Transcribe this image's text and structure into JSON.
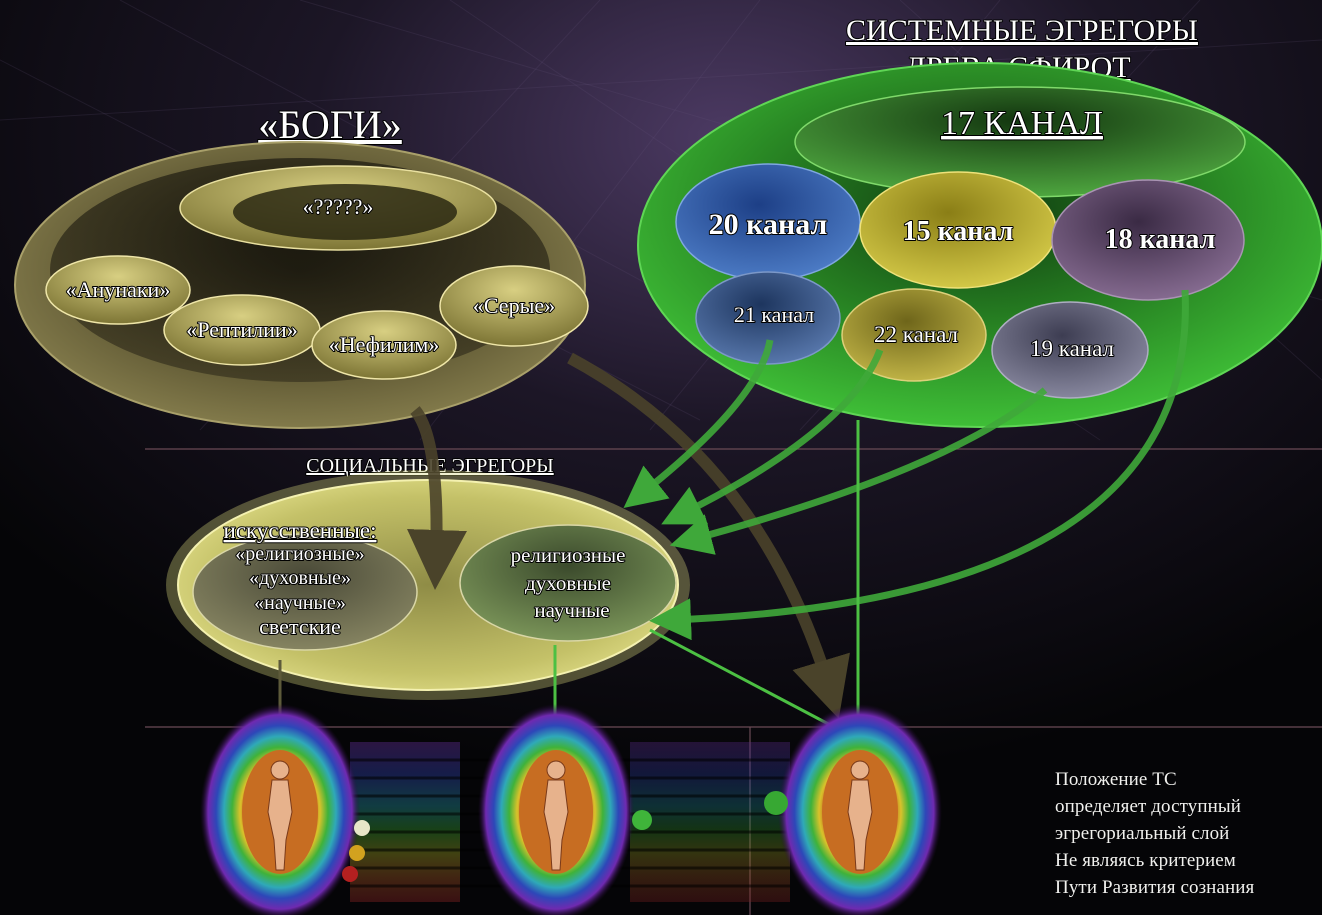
{
  "gods": {
    "title": "«БОГИ»",
    "top": "«?????»",
    "items": [
      "«Анунаки»",
      "«Рептилии»",
      "«Нефилим»",
      "«Серые»"
    ]
  },
  "system": {
    "title_line1": "СИСТЕМНЫЕ ЭГРЕГОРЫ",
    "title_line2": "ДРЕВА СФИРОТ",
    "top_channel": "17 КАНАЛ",
    "channels": [
      "20 канал",
      "15 канал",
      "18 канал",
      "21 канал",
      "22 канал",
      "19 канал"
    ]
  },
  "social": {
    "title": "СОЦИАЛЬНЫЕ ЭГРЕГОРЫ",
    "artificial": [
      "искусственные:",
      "«религиозные»",
      "«духовные»",
      "«научные»",
      "светские"
    ],
    "natural": [
      "религиозные",
      "духовные",
      "научные"
    ]
  },
  "note": [
    "Положение ТС",
    "определяет доступный",
    "эгрегориальный слой",
    "Не являясь критерием",
    "Пути Развития сознания"
  ],
  "colors": {
    "gods_ellipse": "#7a7342",
    "system_ellipse": "#2f9a2a",
    "social_ellipse": "#b9b65c",
    "arrow_green": "#3fa83a",
    "arrow_brown": "#4a432a",
    "channel_20": "#2b4f8f",
    "channel_15": "#a69b24",
    "channel_18": "#5a3f62",
    "channel_21": "#2e4a78",
    "channel_22": "#8b7f28",
    "channel_19": "#5b5a6e"
  }
}
